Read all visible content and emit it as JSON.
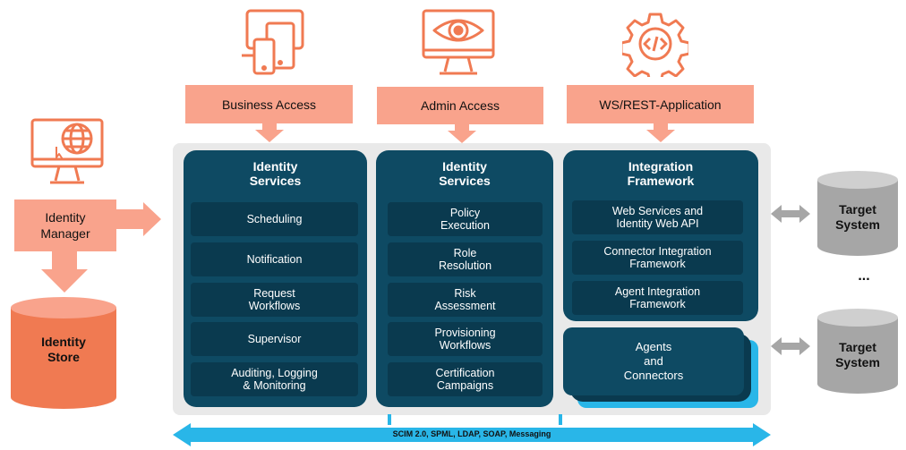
{
  "top": {
    "business": "Business Access",
    "admin": "Admin Access",
    "ws": "WS/REST-Application"
  },
  "left": {
    "manager": "Identity\nManager",
    "store": "Identity\nStore"
  },
  "panels": {
    "identity1": {
      "title": "Identity\nServices",
      "items": [
        "Scheduling",
        "Notification",
        "Request\nWorkflows",
        "Supervisor",
        "Auditing, Logging\n& Monitoring"
      ]
    },
    "identity2": {
      "title": "Identity\nServices",
      "items": [
        "Policy\nExecution",
        "Role\nResolution",
        "Risk\nAssessment",
        "Provisioning\nWorkflows",
        "Certification\nCampaigns"
      ]
    },
    "integration": {
      "title": "Integration\nFramework",
      "items": [
        "Web Services and\nIdentity Web API",
        "Connector Integration\nFramework",
        "Agent Integration\nFramework"
      ]
    },
    "agents": "Agents\nand\nConnectors"
  },
  "right": {
    "target1": "Target\nSystem",
    "ellipsis": "...",
    "target2": "Target\nSystem"
  },
  "bus": "SCIM 2.0, SPML, LDAP, SOAP, Messaging",
  "colors": {
    "orange": "#f07a52",
    "salmon": "#f9a38c",
    "navy": "#0e4a63",
    "cyan": "#29b6e8",
    "gray": "#a6a6a6"
  }
}
